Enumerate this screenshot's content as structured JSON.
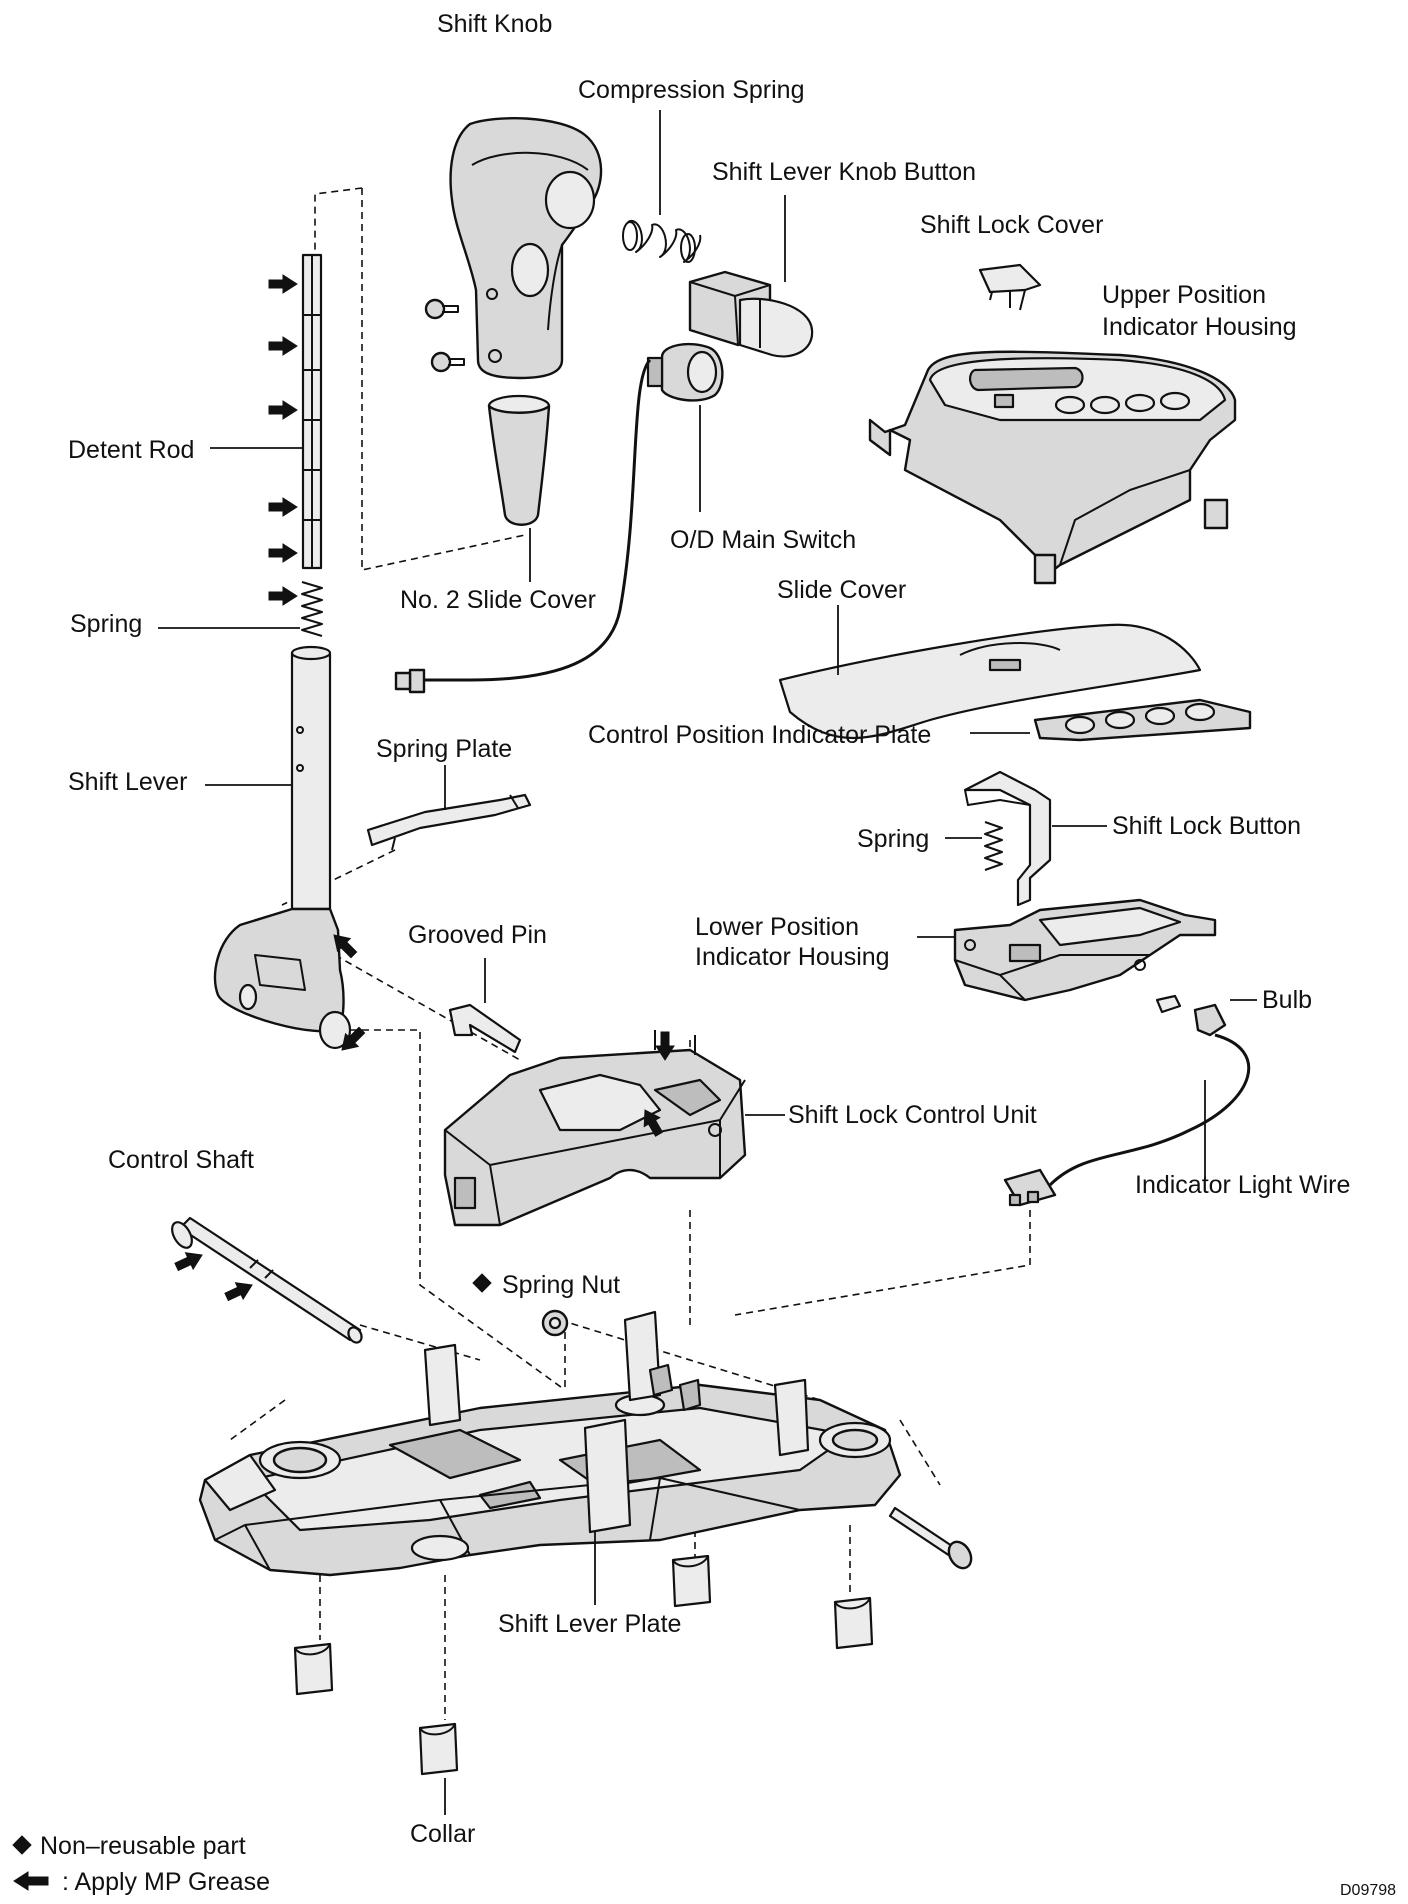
{
  "labels": {
    "shift_knob": "Shift Knob",
    "compression_spring": "Compression Spring",
    "shift_lever_knob_button": "Shift Lever Knob Button",
    "shift_lock_cover": "Shift Lock Cover",
    "upper_position_indicator_housing_1": "Upper Position",
    "upper_position_indicator_housing_2": "Indicator Housing",
    "detent_rod": "Detent Rod",
    "od_main_switch": "O/D Main Switch",
    "no2_slide_cover": "No. 2 Slide Cover",
    "spring_upper": "Spring",
    "slide_cover": "Slide Cover",
    "control_position_indicator_plate": "Control Position Indicator Plate",
    "shift_lever": "Shift Lever",
    "spring_plate": "Spring Plate",
    "spring_lower": "Spring",
    "shift_lock_button": "Shift Lock Button",
    "lower_position_indicator_housing_1": "Lower Position",
    "lower_position_indicator_housing_2": "Indicator Housing",
    "grooved_pin": "Grooved Pin",
    "bulb": "Bulb",
    "shift_lock_control_unit": "Shift Lock Control Unit",
    "control_shaft": "Control Shaft",
    "indicator_light_wire": "Indicator Light Wire",
    "spring_nut": "Spring Nut",
    "shift_lever_plate": "Shift Lever Plate",
    "collar": "Collar"
  },
  "legend": {
    "non_reusable": "Non–reusable part",
    "apply_grease": ": Apply MP Grease"
  },
  "figure_code": "D09798"
}
